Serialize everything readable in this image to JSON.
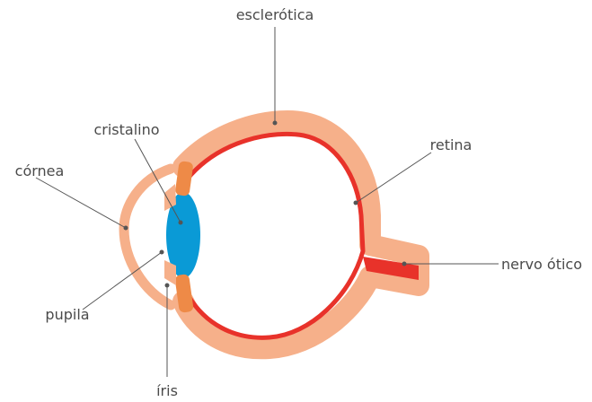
{
  "diagram": {
    "labels": {
      "esclerotica": "esclerótica",
      "cristalino": "cristalino",
      "retina": "retina",
      "cornea": "córnea",
      "nervo_otico": "nervo ótico",
      "pupila": "pupila",
      "iris": "íris"
    },
    "colors": {
      "sclera": "#f6b08a",
      "retina": "#e8322a",
      "lens": "#0a9ad6",
      "iris": "#ee8a47",
      "leader": "#555555",
      "text": "#4a4a4a"
    }
  }
}
